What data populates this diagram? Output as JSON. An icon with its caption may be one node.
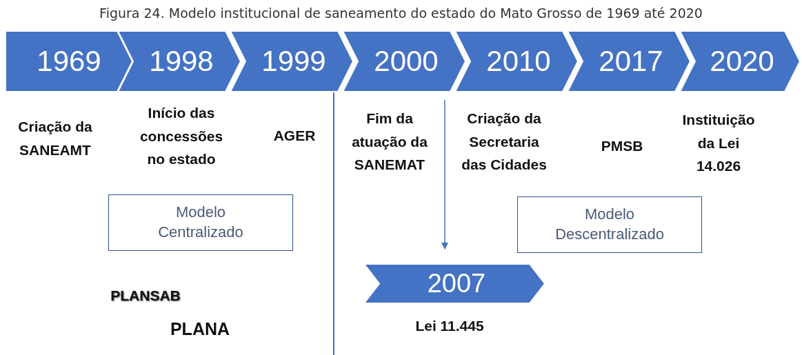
{
  "diagram": {
    "title": "Figura 24. Modelo institucional de saneamento do estado do Mato Grosso de 1969 até 2020",
    "nodes": [
      {
        "text": [
          "1969"
        ]
      },
      {
        "text": [
          "1998"
        ]
      },
      {
        "text": [
          "1999"
        ]
      },
      {
        "text": [
          "2000"
        ]
      },
      {
        "text": [
          "2010"
        ]
      },
      {
        "text": [
          "2017"
        ]
      },
      {
        "text": [
          "2020"
        ]
      },
      {
        "text": [
          "2007"
        ]
      },
      {
        "text": [
          "Modelo Centralizado"
        ]
      },
      {
        "text": [
          "Modelo Descentralizado"
        ]
      }
    ],
    "edges": [
      {
        "from": 3,
        "to": 7,
        "arrow": "to"
      }
    ],
    "labels": [
      "Criação da SANEAMT",
      "Início das concessões no estado",
      "AGER",
      "Fim da atuação da SANEMAT",
      "Criação da Secretaria das Cidades",
      "PMSB",
      "Instituição da Lei 14.026",
      "PLANSAB",
      "PLANA",
      "Lei 11.445"
    ]
  }
}
